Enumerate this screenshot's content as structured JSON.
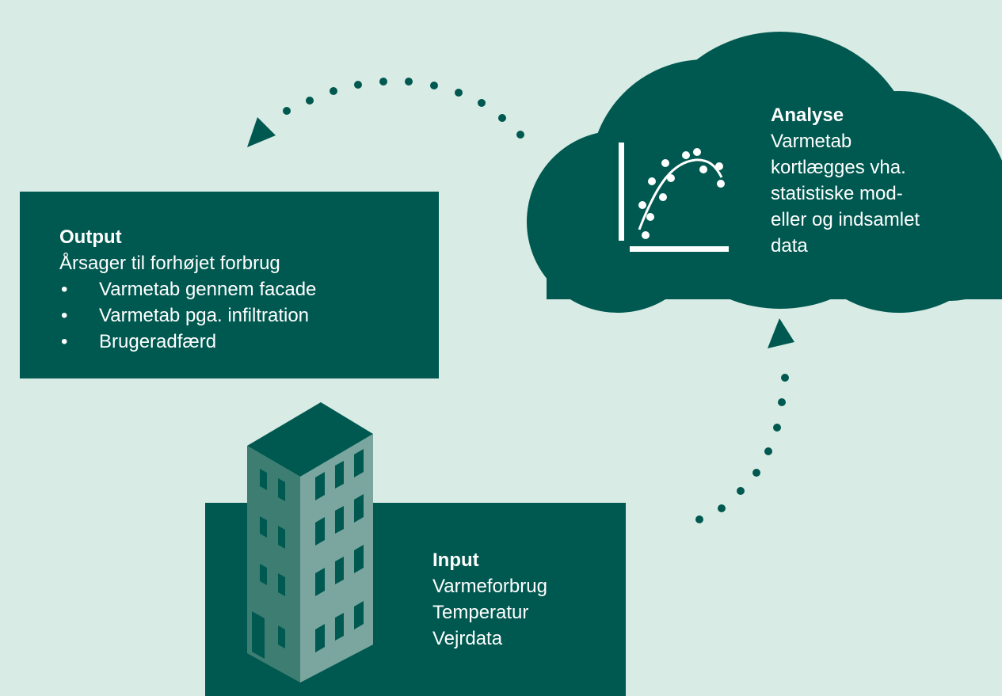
{
  "output": {
    "title": "Output",
    "subtitle": "Årsager til forhøjet forbrug",
    "bullet_symbol": "•",
    "items": [
      "Varmetab gennem facade",
      "Varmetab pga. infiltration",
      "Brugeradfærd"
    ]
  },
  "analyse": {
    "title": "Analyse",
    "lines": [
      "Varmetab",
      "kortlægges vha.",
      "statistiske mod-",
      "eller og indsamlet",
      "data"
    ]
  },
  "input": {
    "title": "Input",
    "lines": [
      "Varmeforbrug",
      "Temperatur",
      "Vejrdata"
    ]
  },
  "colors": {
    "background": "#d9ebe5",
    "primary": "#005950",
    "building_left": "#3d7d72",
    "building_right": "#7aa69f",
    "building_window": "#005950"
  },
  "icons": [
    "scatter-chart-icon",
    "building-icon",
    "cloud-shape",
    "arrow-head-icon"
  ]
}
